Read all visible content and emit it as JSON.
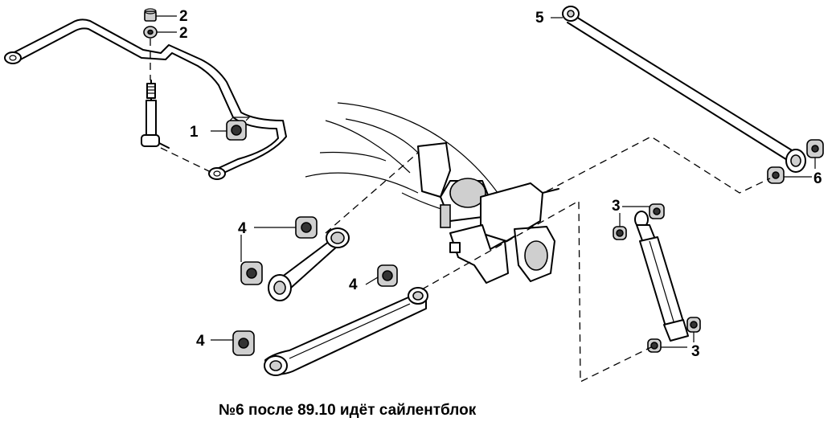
{
  "caption": "№6 после 89.10 идёт сайлентблок",
  "callouts": [
    {
      "id": "c1",
      "text": "1"
    },
    {
      "id": "c2a",
      "text": "2"
    },
    {
      "id": "c2b",
      "text": "2"
    },
    {
      "id": "c3a",
      "text": "3"
    },
    {
      "id": "c3b",
      "text": "3"
    },
    {
      "id": "c4a",
      "text": "4"
    },
    {
      "id": "c4b",
      "text": "4"
    },
    {
      "id": "c4c",
      "text": "4"
    },
    {
      "id": "c5",
      "text": "5"
    },
    {
      "id": "c6",
      "text": "6"
    }
  ],
  "colors": {
    "line": "#000000",
    "background": "#ffffff",
    "bushing_shade": "#cfcfcf"
  }
}
